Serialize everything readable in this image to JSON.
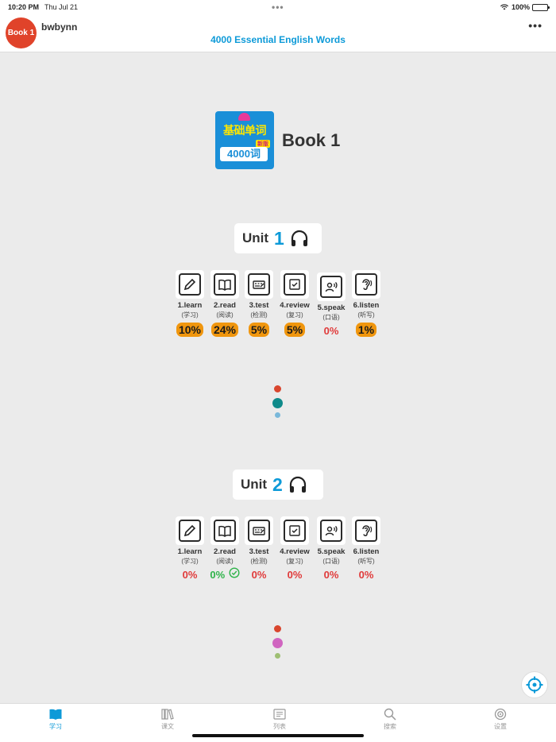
{
  "status_bar": {
    "time": "10:20 PM",
    "date": "Thu Jul 21",
    "battery": "100%",
    "dots": "•••"
  },
  "header": {
    "book_badge": "Book 1",
    "username": "bwbynn",
    "app_title": "4000 Essential English Words",
    "more": "•••"
  },
  "book": {
    "title": "Book 1",
    "cover": {
      "line1": "基础单词",
      "tag": "新版",
      "line2": "4000词"
    }
  },
  "units": [
    {
      "word": "Unit",
      "number": "1",
      "activities": [
        {
          "label": "1.learn",
          "sub": "(学习)",
          "percent": "10%",
          "highlight": true,
          "icon": "pencil-icon"
        },
        {
          "label": "2.read",
          "sub": "(阅读)",
          "percent": "24%",
          "highlight": true,
          "icon": "book-open-icon"
        },
        {
          "label": "3.test",
          "sub": "(检测)",
          "percent": "5%",
          "highlight": true,
          "icon": "keyboard-icon"
        },
        {
          "label": "4.review",
          "sub": "(复习)",
          "percent": "5%",
          "highlight": true,
          "icon": "checkbox-icon"
        },
        {
          "label": "5.speak",
          "sub": "(口语)",
          "percent": "0%",
          "highlight": false,
          "icon": "speaker-person-icon"
        },
        {
          "label": "6.listen",
          "sub": "(听写)",
          "percent": "1%",
          "highlight": true,
          "icon": "ear-icon"
        }
      ],
      "dot_colors": [
        "#d9462e",
        "#0f8a8a",
        "#7ab8da"
      ]
    },
    {
      "word": "Unit",
      "number": "2",
      "activities": [
        {
          "label": "1.learn",
          "sub": "(学习)",
          "percent": "0%",
          "highlight": false,
          "icon": "pencil-icon"
        },
        {
          "label": "2.read",
          "sub": "(阅读)",
          "percent": "0%",
          "highlight": false,
          "icon": "book-open-icon",
          "completed": true
        },
        {
          "label": "3.test",
          "sub": "(检测)",
          "percent": "0%",
          "highlight": false,
          "icon": "keyboard-icon"
        },
        {
          "label": "4.review",
          "sub": "(复习)",
          "percent": "0%",
          "highlight": false,
          "icon": "checkbox-icon"
        },
        {
          "label": "5.speak",
          "sub": "(口语)",
          "percent": "0%",
          "highlight": false,
          "icon": "speaker-person-icon"
        },
        {
          "label": "6.listen",
          "sub": "(听写)",
          "percent": "0%",
          "highlight": false,
          "icon": "ear-icon"
        }
      ],
      "dot_colors": [
        "#d9462e",
        "#d065c0",
        "#9ebf73"
      ]
    }
  ],
  "tabs": [
    {
      "label": "学习",
      "icon": "book-icon",
      "active": true
    },
    {
      "label": "课文",
      "icon": "library-icon",
      "active": false
    },
    {
      "label": "列表",
      "icon": "list-icon",
      "active": false
    },
    {
      "label": "搜索",
      "icon": "search-icon",
      "active": false
    },
    {
      "label": "设置",
      "icon": "settings-icon",
      "active": false
    }
  ],
  "colors": {
    "accent": "#0d9ad8",
    "badge": "#e0432a",
    "highlight": "#f0960e",
    "zero": "#e03a3a",
    "done": "#2fb34a"
  }
}
